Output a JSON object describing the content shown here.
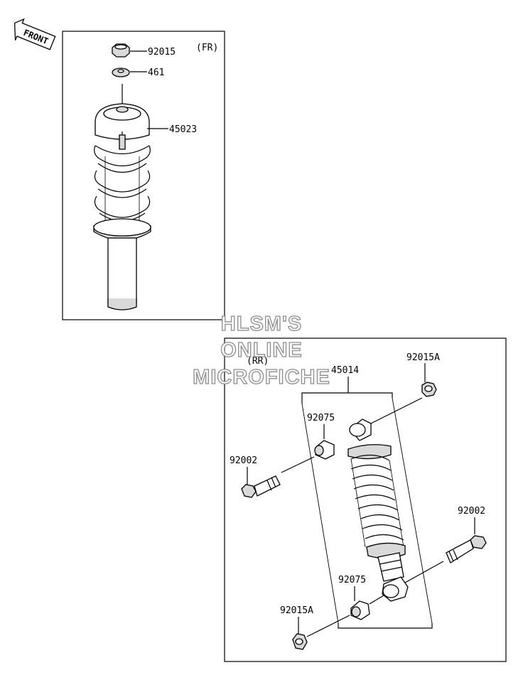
{
  "front_arrow": {
    "label": "FRONT"
  },
  "front_group": {
    "tag": "(FR)",
    "parts": [
      {
        "number": "92015"
      },
      {
        "number": "461"
      },
      {
        "number": "45023"
      }
    ]
  },
  "rear_group": {
    "tag": "(RR)",
    "parts": [
      {
        "number": "45014"
      },
      {
        "number": "92015A"
      },
      {
        "number": "92075"
      },
      {
        "number": "92002"
      },
      {
        "number": "92002"
      },
      {
        "number": "92075"
      },
      {
        "number": "92015A"
      }
    ]
  },
  "watermark": {
    "lines": [
      "HLSM'S",
      "ONLINE",
      "MICROFICHE"
    ]
  }
}
